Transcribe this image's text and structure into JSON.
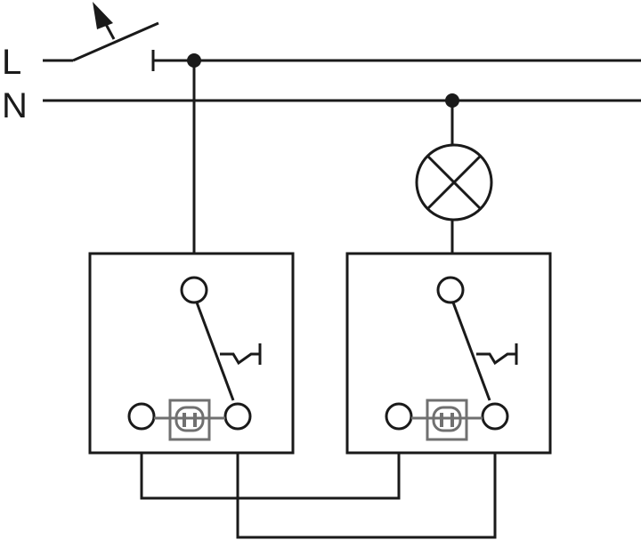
{
  "labels": {
    "live": "L",
    "neutral": "N"
  },
  "colors": {
    "line": "#1a1a1a",
    "accessory": "#707070",
    "background": "#ffffff"
  },
  "components": [
    {
      "name": "main-switch",
      "type": "switch",
      "state": "open"
    },
    {
      "name": "lamp",
      "type": "lamp"
    },
    {
      "name": "switch-left",
      "type": "two-way-switch"
    },
    {
      "name": "switch-right",
      "type": "two-way-switch"
    }
  ],
  "icons": [
    "arrow-icon",
    "lamp-icon",
    "switch-symbol-icon",
    "indicator-icon"
  ]
}
